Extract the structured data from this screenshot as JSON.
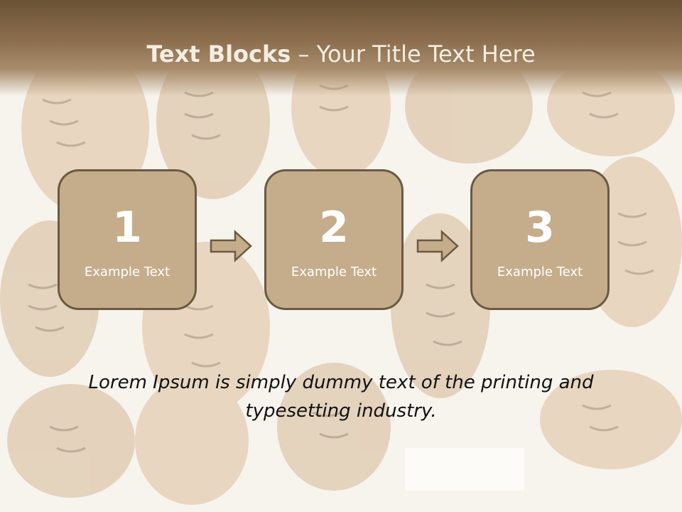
{
  "slide": {
    "title_bold": "Text Blocks",
    "title_rest": " – Your Title Text Here"
  },
  "steps": [
    {
      "number": "1",
      "label": "Example Text"
    },
    {
      "number": "2",
      "label": "Example Text"
    },
    {
      "number": "3",
      "label": "Example Text"
    }
  ],
  "body": {
    "lorem": "Lorem Ipsum is simply dummy text of the printing and typesetting industry."
  },
  "colors": {
    "box_fill": "#c5ad8b",
    "box_border": "#6b5a42",
    "title_band": "#8a6c4c",
    "arrow_fill": "#c5ad8b"
  },
  "icons": {
    "arrow": "right-arrow-icon",
    "background": "tiger-photo-collage"
  }
}
